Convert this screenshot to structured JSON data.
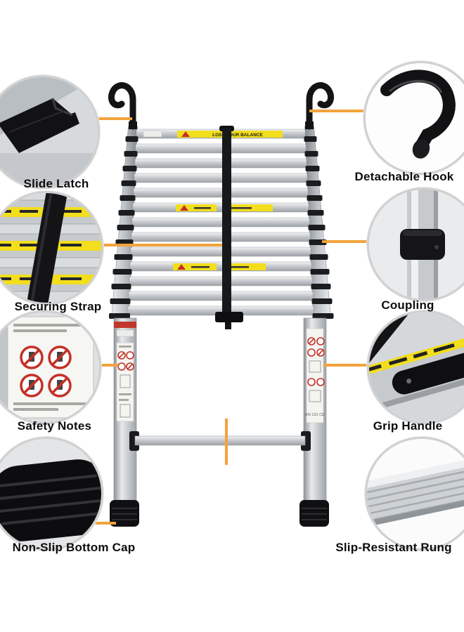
{
  "page": {
    "background": "#ffffff",
    "type": "product-feature-diagram",
    "product": "telescopic ladder"
  },
  "colors": {
    "connector": "#F2A33C",
    "circle_border": "#D0D0D0",
    "label_text": "#0D0D0D",
    "warning_yellow": "#F2DE1C",
    "rail_silver": "#C6CACD",
    "ladder_black": "#17181A",
    "danger_red": "#C43026"
  },
  "callouts": [
    {
      "id": "slide-latch",
      "label": "Slide Latch",
      "icon": "slide-latch-closeup-icon",
      "side": "left"
    },
    {
      "id": "detachable-hook",
      "label": "Detachable Hook",
      "icon": "detachable-hook-closeup-icon",
      "side": "right"
    },
    {
      "id": "securing-strap",
      "label": "Securing Strap",
      "icon": "securing-strap-closeup-icon",
      "side": "left"
    },
    {
      "id": "coupling",
      "label": "Coupling",
      "icon": "coupling-closeup-icon",
      "side": "right"
    },
    {
      "id": "safety-notes",
      "label": "Safety Notes",
      "icon": "safety-notes-closeup-icon",
      "side": "left"
    },
    {
      "id": "grip-handle",
      "label": "Grip Handle",
      "icon": "grip-handle-closeup-icon",
      "side": "right"
    },
    {
      "id": "non-slip-bottom-cap",
      "label": "Non-Slip Bottom Cap",
      "icon": "bottom-cap-closeup-icon",
      "side": "left"
    },
    {
      "id": "slip-resistant-rung",
      "label": "Slip-Resistant Rung",
      "icon": "rung-closeup-icon",
      "side": "right"
    }
  ],
  "ladder": {
    "warning_label_text": "LOSE YOUR BALANCE",
    "certification_text": "EN 131 CE"
  }
}
